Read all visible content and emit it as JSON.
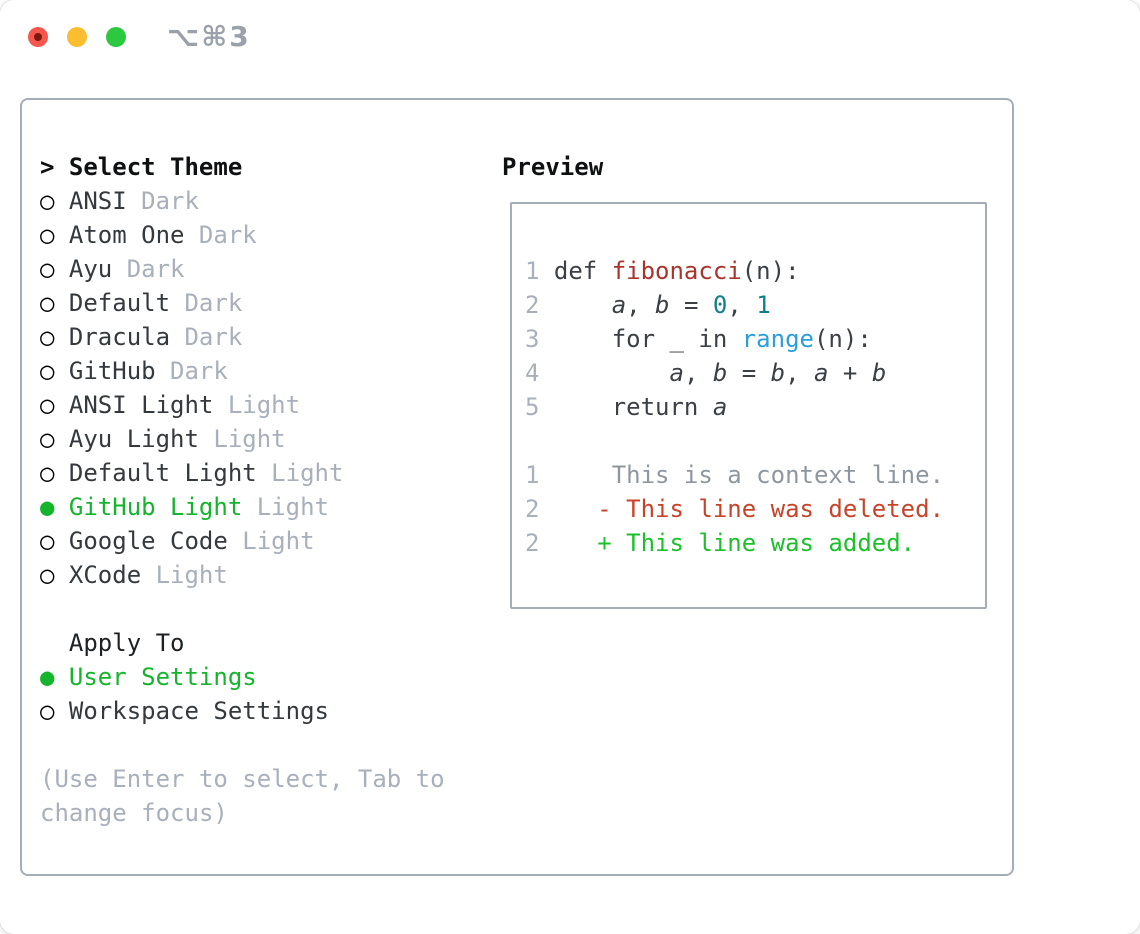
{
  "titlebar": {
    "shortcut": "⌥⌘3"
  },
  "icons": {
    "cursor": ">",
    "radio_on": "●",
    "radio_off": "○"
  },
  "colors": {
    "border": "#a6adb7",
    "muted": "#a7b0bb",
    "green": "#14b42c",
    "green-diff": "#1cc02a",
    "red-diff": "#c7432a",
    "red-fn": "#a8352c",
    "teal": "#0f7f8b",
    "blue": "#2b9fd9",
    "ctx": "#8e979f",
    "code-text": "#3b4046",
    "title-gray": "#9aa1a9"
  },
  "left": {
    "header_label": "Select Theme",
    "themes": [
      {
        "name": "ANSI",
        "variant": "Dark",
        "selected": false
      },
      {
        "name": "Atom One",
        "variant": "Dark",
        "selected": false
      },
      {
        "name": "Ayu",
        "variant": "Dark",
        "selected": false
      },
      {
        "name": "Default",
        "variant": "Dark",
        "selected": false
      },
      {
        "name": "Dracula",
        "variant": "Dark",
        "selected": false
      },
      {
        "name": "GitHub",
        "variant": "Dark",
        "selected": false
      },
      {
        "name": "ANSI Light",
        "variant": "Light",
        "selected": false
      },
      {
        "name": "Ayu Light",
        "variant": "Light",
        "selected": false
      },
      {
        "name": "Default Light",
        "variant": "Light",
        "selected": false
      },
      {
        "name": "GitHub Light",
        "variant": "Light",
        "selected": true
      },
      {
        "name": "Google Code",
        "variant": "Light",
        "selected": false
      },
      {
        "name": "XCode",
        "variant": "Light",
        "selected": false
      }
    ],
    "apply_to": {
      "header": "Apply To",
      "options": [
        {
          "label": "User Settings",
          "selected": true
        },
        {
          "label": "Workspace Settings",
          "selected": false
        }
      ]
    },
    "footer_lines": [
      "(Use Enter to select, Tab to",
      "change focus)"
    ]
  },
  "preview": {
    "header": "Preview",
    "code_lines": [
      {
        "num": "1",
        "tokens": [
          {
            "t": "def ",
            "c": "p"
          },
          {
            "t": "fibonacci",
            "c": "fn"
          },
          {
            "t": "(n):",
            "c": "p"
          }
        ]
      },
      {
        "num": "2",
        "tokens": [
          {
            "t": "    ",
            "c": "p"
          },
          {
            "t": "a",
            "c": "v"
          },
          {
            "t": ", ",
            "c": "p"
          },
          {
            "t": "b",
            "c": "v"
          },
          {
            "t": " = ",
            "c": "p"
          },
          {
            "t": "0",
            "c": "num"
          },
          {
            "t": ", ",
            "c": "p"
          },
          {
            "t": "1",
            "c": "num"
          }
        ]
      },
      {
        "num": "3",
        "tokens": [
          {
            "t": "    for _ in ",
            "c": "p"
          },
          {
            "t": "range",
            "c": "bi"
          },
          {
            "t": "(n):",
            "c": "p"
          }
        ]
      },
      {
        "num": "4",
        "tokens": [
          {
            "t": "        ",
            "c": "p"
          },
          {
            "t": "a",
            "c": "v"
          },
          {
            "t": ", ",
            "c": "p"
          },
          {
            "t": "b",
            "c": "v"
          },
          {
            "t": " = ",
            "c": "p"
          },
          {
            "t": "b",
            "c": "v"
          },
          {
            "t": ", ",
            "c": "p"
          },
          {
            "t": "a",
            "c": "v"
          },
          {
            "t": " + ",
            "c": "p"
          },
          {
            "t": "b",
            "c": "v"
          }
        ]
      },
      {
        "num": "5",
        "tokens": [
          {
            "t": "    return ",
            "c": "p"
          },
          {
            "t": "a",
            "c": "v"
          }
        ]
      }
    ],
    "diff_lines": [
      {
        "num": "1",
        "tokens": [
          {
            "t": "    This is a context line.",
            "c": "ctx"
          }
        ]
      },
      {
        "num": "2",
        "tokens": [
          {
            "t": "   - This line was deleted.",
            "c": "del"
          }
        ]
      },
      {
        "num": "2",
        "tokens": [
          {
            "t": "   + This line was added.",
            "c": "add"
          }
        ]
      }
    ]
  }
}
